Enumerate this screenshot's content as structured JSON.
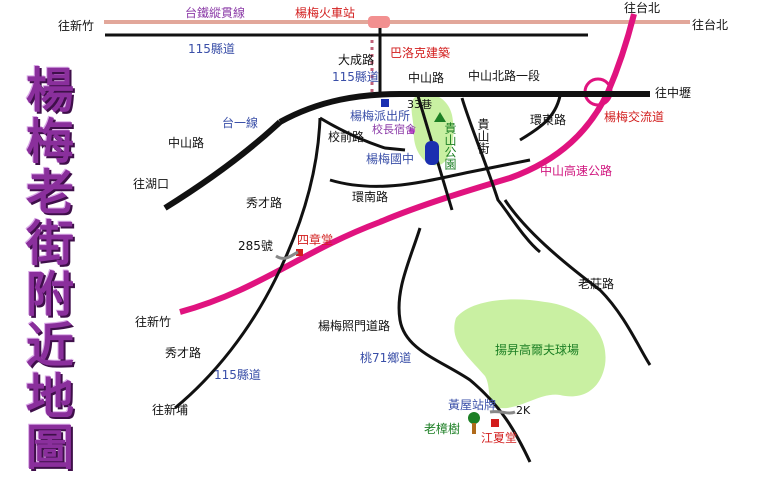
{
  "title_chars": [
    "楊",
    "梅",
    "老",
    "街",
    "附",
    "近",
    "地",
    "圖"
  ],
  "colors": {
    "road": "#111111",
    "freeway": "#e0137f",
    "rail": "#e2a79a",
    "park": "#c9f0a2",
    "station": "#f29090",
    "title": "#8a2f9c"
  },
  "labels": {
    "rail_line": "台鐵縱貫線",
    "station": "楊梅火車站",
    "to_hsinchu_top": "往新竹",
    "to_taipei_top": "往台北",
    "to_taipei_right": "往台北",
    "to_zhongli": "往中壢",
    "county_115_top": "115縣道",
    "dacheng_rd": "大成路",
    "county_115_mid": "115縣道",
    "baroque": "巴洛克建築",
    "zhongshan_rd_top": "中山路",
    "zhongshan_n_rd": "中山北路一段",
    "lane_33": "33巷",
    "police": "楊梅派出所",
    "guishan_park": "貴山公園",
    "guishan_st": "貴山街",
    "huandong_rd": "環東路",
    "interchange": "楊梅交流道",
    "prov_1": "台一線",
    "zhongshan_rd_left": "中山路",
    "xiaoqian_rd": "校前路",
    "principal_dorm": "校長宿舍",
    "yangmei_jhs": "楊梅國中",
    "to_hukou": "往湖口",
    "freeway_name": "中山高速公路",
    "xiucai_rd_top": "秀才路",
    "huannan_rd": "環南路",
    "no285": "285號",
    "sizhang_hall": "四章堂",
    "laozhuang_rd": "老莊路",
    "to_hsinchu_bottom": "往新竹",
    "zhaomen_rd": "楊梅照門道路",
    "golf": "揚昇高爾夫球場",
    "xiucai_rd_bottom": "秀才路",
    "tao71": "桃71鄉道",
    "county_115_bottom": "115縣道",
    "to_xinpu": "往新埔",
    "huangwu_stop": "黃屋站牌",
    "km2": "2K",
    "camphor": "老樟樹",
    "jiangxia_hall": "江夏堂"
  }
}
